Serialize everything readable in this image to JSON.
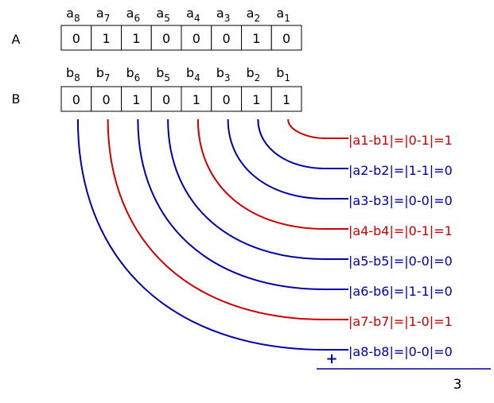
{
  "rows": [
    {
      "label": "A",
      "headers": [
        {
          "base": "a",
          "sub": "8"
        },
        {
          "base": "a",
          "sub": "7"
        },
        {
          "base": "a",
          "sub": "6"
        },
        {
          "base": "a",
          "sub": "5"
        },
        {
          "base": "a",
          "sub": "4"
        },
        {
          "base": "a",
          "sub": "3"
        },
        {
          "base": "a",
          "sub": "2"
        },
        {
          "base": "a",
          "sub": "1"
        }
      ],
      "bits": [
        "0",
        "1",
        "1",
        "0",
        "0",
        "0",
        "1",
        "0"
      ]
    },
    {
      "label": "B",
      "headers": [
        {
          "base": "b",
          "sub": "8"
        },
        {
          "base": "b",
          "sub": "7"
        },
        {
          "base": "b",
          "sub": "6"
        },
        {
          "base": "b",
          "sub": "5"
        },
        {
          "base": "b",
          "sub": "4"
        },
        {
          "base": "b",
          "sub": "3"
        },
        {
          "base": "b",
          "sub": "2"
        },
        {
          "base": "b",
          "sub": "1"
        }
      ],
      "bits": [
        "0",
        "0",
        "1",
        "0",
        "1",
        "0",
        "1",
        "1"
      ]
    }
  ],
  "differences": [
    {
      "text": "|a1-b1|=|0-1|=1",
      "color": "#cc0000"
    },
    {
      "text": "|a2-b2|=|1-1|=0",
      "color": "#0000aa"
    },
    {
      "text": "|a3-b3|=|0-0|=0",
      "color": "#0000aa"
    },
    {
      "text": "|a4-b4|=|0-1|=1",
      "color": "#cc0000"
    },
    {
      "text": "|a5-b5|=|0-0|=0",
      "color": "#0000aa"
    },
    {
      "text": "|a6-b6|=|1-1|=0",
      "color": "#0000aa"
    },
    {
      "text": "|a7-b7|=|1-0|=1",
      "color": "#cc0000"
    },
    {
      "text": "|a8-b8|=|0-0|=0",
      "color": "#0000aa"
    }
  ],
  "sum_sign": "+",
  "total": "3",
  "colors": {
    "box_border": "#000000",
    "text": "#000000",
    "sum_line": "#0000aa"
  }
}
